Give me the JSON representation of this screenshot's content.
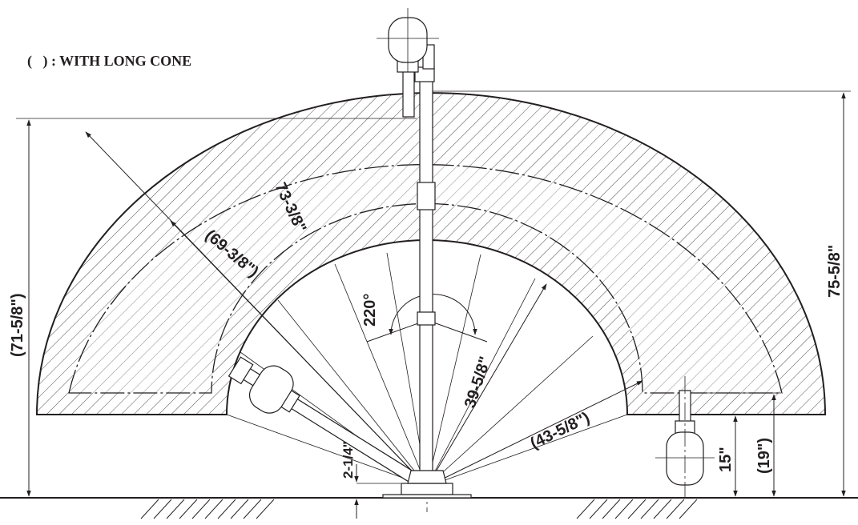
{
  "legend_note": "(   ) : WITH LONG CONE",
  "dimensions": {
    "outer_radius": "73-3/8\"",
    "outer_radius_long_cone": "(69-3/8\")",
    "inner_radius": "39-5/8\"",
    "inner_radius_long_cone": "(43-5/8\")",
    "sweep_angle": "220°",
    "base_height": "2-1/4\"",
    "total_height": "75-5/8\"",
    "total_height_long_cone": "(71-5/8\")",
    "low_height": "15\"",
    "low_height_long_cone": "(19\")"
  },
  "colors": {
    "line": "#231f20",
    "background": "#ffffff"
  }
}
